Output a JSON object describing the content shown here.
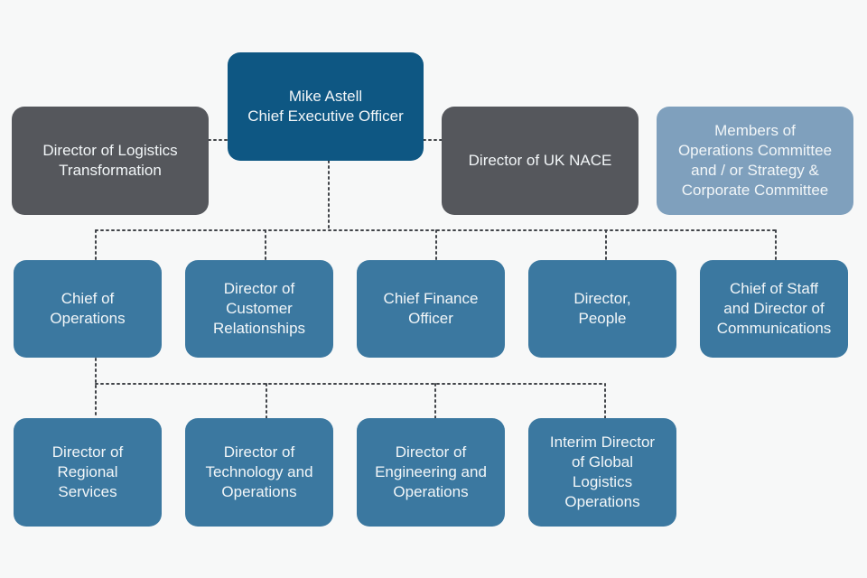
{
  "chart_title": "Organisation chart",
  "ceo": {
    "name": "Mike Astell",
    "title": "Chief Executive Officer",
    "color": "#0e5783"
  },
  "side_reports": [
    {
      "label": "Director of Logistics\nTransformation",
      "color": "#55575c"
    },
    {
      "label": "Director of UK NACE",
      "color": "#55575c"
    }
  ],
  "committee_note": {
    "label": "Members of\nOperations Committee\nand / or Strategy &\nCorporate Committee",
    "color": "#7fa0bd"
  },
  "direct_reports": [
    {
      "label": "Chief of\nOperations"
    },
    {
      "label": "Director of\nCustomer\nRelationships"
    },
    {
      "label": "Chief Finance\nOfficer"
    },
    {
      "label": "Director,\nPeople"
    },
    {
      "label": "Chief of Staff\nand Director of\nCommunications"
    }
  ],
  "operations_reports": [
    {
      "label": "Director of\nRegional\nServices"
    },
    {
      "label": "Director of\nTechnology and\nOperations"
    },
    {
      "label": "Director of\nEngineering and\nOperations"
    },
    {
      "label": "Interim Director\nof Global\nLogistics\nOperations"
    }
  ],
  "colors": {
    "report_box": "#3b78a0",
    "connector": "#404348",
    "background": "#f7f8f8"
  }
}
